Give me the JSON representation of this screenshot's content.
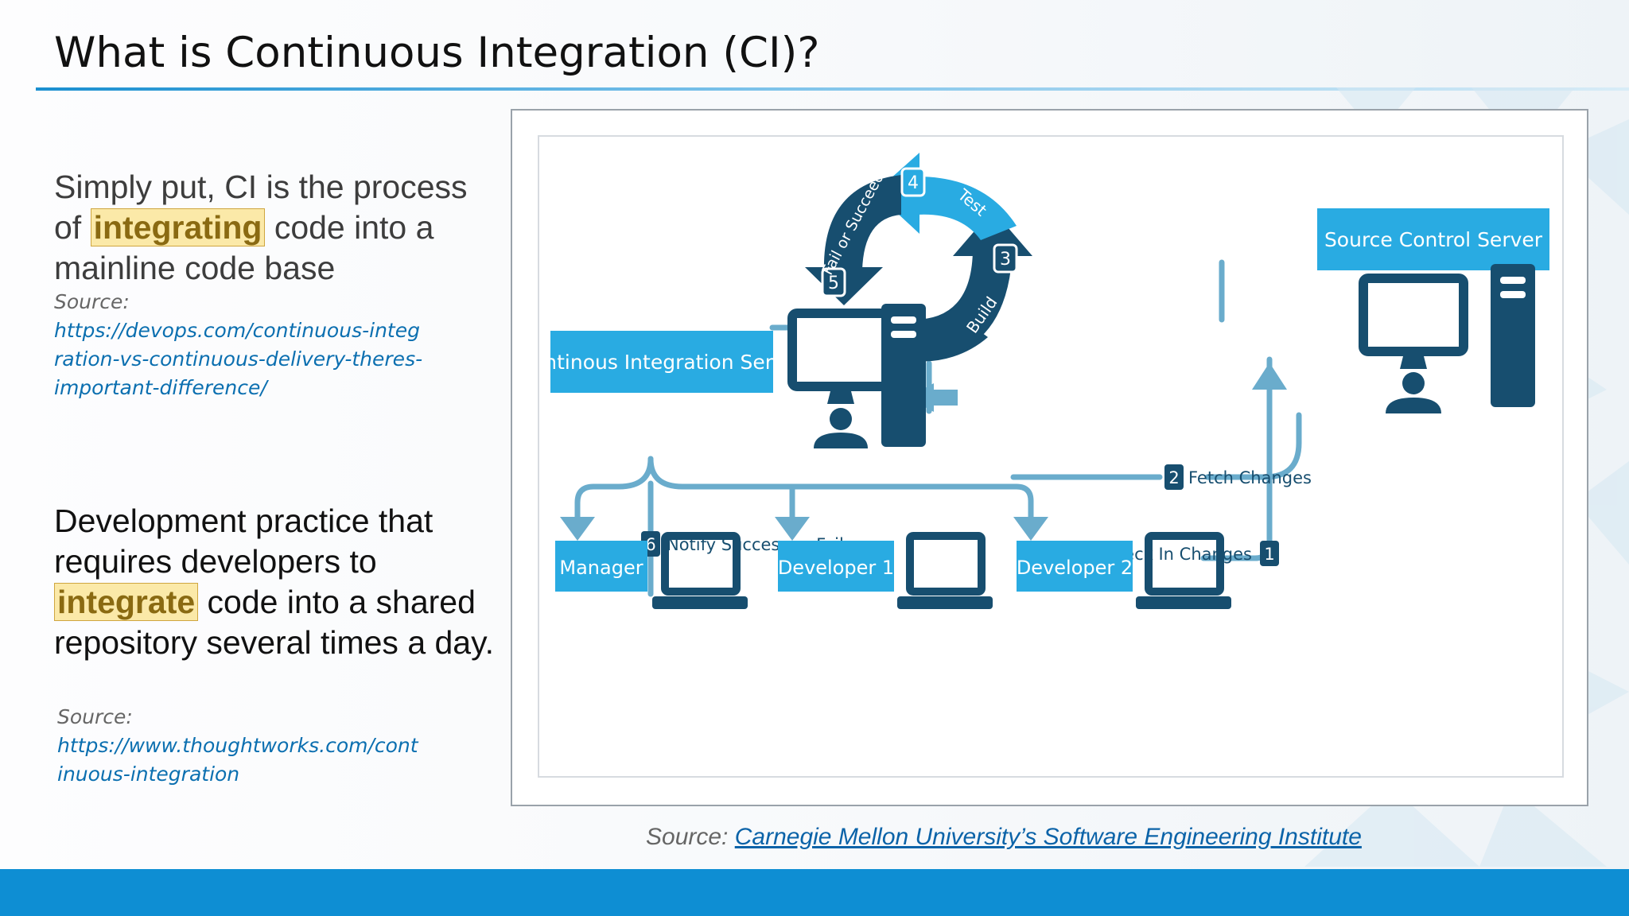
{
  "slide": {
    "title": "What is Continuous Integration (CI)?"
  },
  "bullets": [
    {
      "pre": "Simply put, CI is the process of ",
      "highlight": "integrating",
      "post": " code into a mainline code base",
      "source_label": "Source:",
      "source_link": "https://devops.com/continuous-integration-vs-continuous-delivery-theres-important-difference/"
    },
    {
      "pre": "Development practice that requires developers to ",
      "highlight": "integrate",
      "post": " code into a shared repository several times a day.",
      "source_label": "Source:",
      "source_link": "https://www.thoughtworks.com/continuous-integration"
    }
  ],
  "diagram": {
    "ci_server": "Continous Integration Server",
    "source_control": "Source Control Server",
    "cycle": [
      {
        "num": "3",
        "label": "Build"
      },
      {
        "num": "4",
        "label": "Test"
      },
      {
        "num": "5",
        "label": "Fail or Succeed"
      }
    ],
    "steps": [
      {
        "num": "2",
        "label": "Fetch Changes"
      },
      {
        "num": "6",
        "label": "Notify Success or Failure"
      },
      {
        "num": "1",
        "label": "Check In Changes"
      }
    ],
    "people": [
      "Manager",
      "Developer 1",
      "Developer 2"
    ]
  },
  "caption": {
    "prefix": "Source: ",
    "link": "Carnegie Mellon University’s Software Engineering Institute"
  },
  "colors": {
    "accent_light": "#29abe2",
    "accent_dark": "#174e6f",
    "connector": "#6aaccc",
    "footer": "#0e8ed3"
  }
}
